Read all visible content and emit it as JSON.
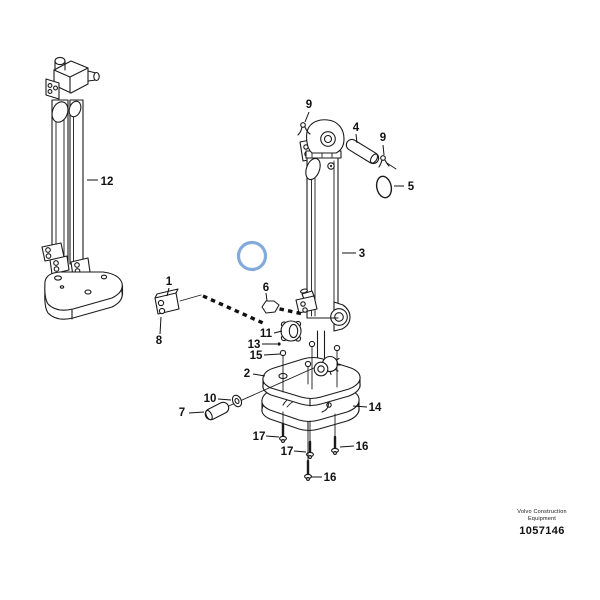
{
  "diagram": {
    "footer": {
      "brand_line1": "Volvo Construction",
      "brand_line2": "Equipment",
      "part_number": "1057146"
    },
    "annotation": {
      "shape": "circle",
      "color": "#84aadc"
    },
    "callouts": [
      {
        "label": "12"
      },
      {
        "label": "9"
      },
      {
        "label": "4"
      },
      {
        "label": "9"
      },
      {
        "label": "5"
      },
      {
        "label": "3"
      },
      {
        "label": "1"
      },
      {
        "label": "6"
      },
      {
        "label": "8"
      },
      {
        "label": "11"
      },
      {
        "label": "13"
      },
      {
        "label": "15"
      },
      {
        "label": "2"
      },
      {
        "label": "10"
      },
      {
        "label": "7"
      },
      {
        "label": "14"
      },
      {
        "label": "17"
      },
      {
        "label": "17"
      },
      {
        "label": "16"
      },
      {
        "label": "16"
      }
    ]
  }
}
